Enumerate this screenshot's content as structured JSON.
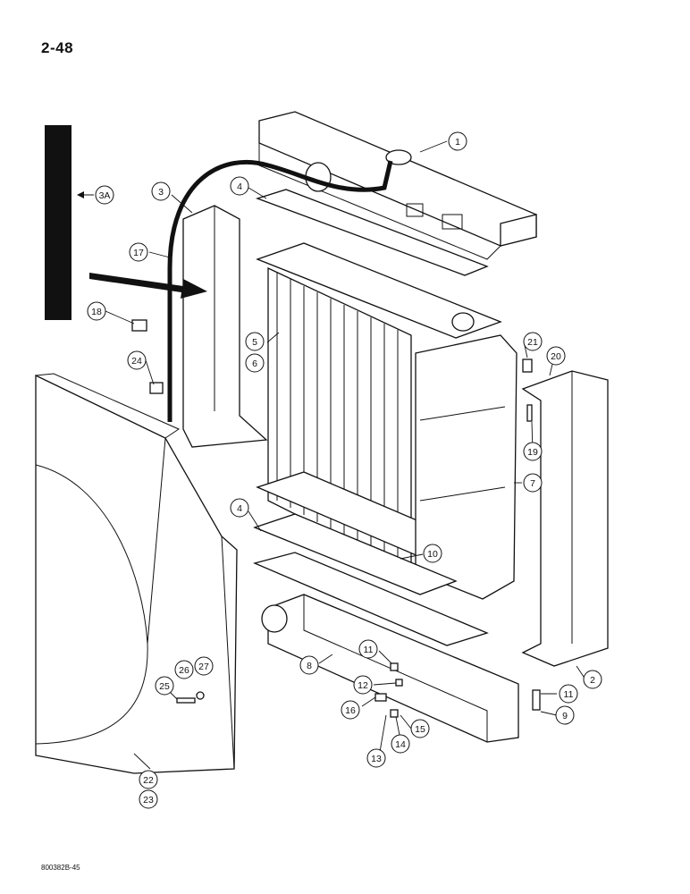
{
  "page_number": "2-48",
  "document_code": "800382B-45",
  "callouts": [
    {
      "label": "1"
    },
    {
      "label": "3A"
    },
    {
      "label": "3"
    },
    {
      "label": "4"
    },
    {
      "label": "17"
    },
    {
      "label": "18"
    },
    {
      "label": "24"
    },
    {
      "label": "5"
    },
    {
      "label": "6"
    },
    {
      "label": "21"
    },
    {
      "label": "20"
    },
    {
      "label": "19"
    },
    {
      "label": "7"
    },
    {
      "label": "4"
    },
    {
      "label": "10"
    },
    {
      "label": "8"
    },
    {
      "label": "11"
    },
    {
      "label": "12"
    },
    {
      "label": "16"
    },
    {
      "label": "13"
    },
    {
      "label": "14"
    },
    {
      "label": "15"
    },
    {
      "label": "11"
    },
    {
      "label": "9"
    },
    {
      "label": "2"
    },
    {
      "label": "25"
    },
    {
      "label": "26"
    },
    {
      "label": "27"
    },
    {
      "label": "22"
    },
    {
      "label": "23"
    }
  ]
}
